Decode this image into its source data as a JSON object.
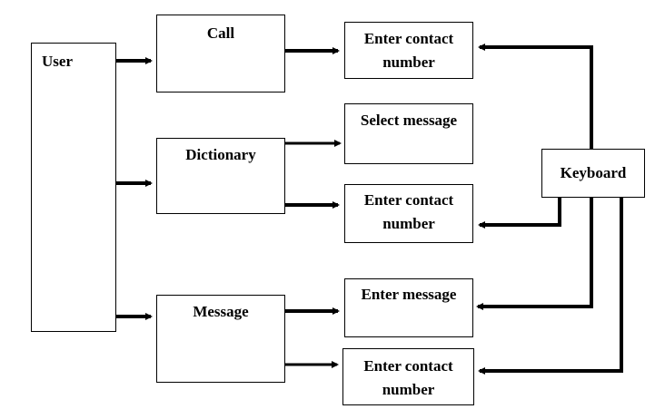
{
  "nodes": {
    "user": "User",
    "call": "Call",
    "dictionary": "Dictionary",
    "message": "Message",
    "call_enter_contact": "Enter contact number",
    "select_message": "Select message",
    "dict_enter_contact": "Enter contact number",
    "enter_message": "Enter message",
    "msg_enter_contact": "Enter contact number",
    "keyboard": "Keyboard"
  },
  "colors": {
    "line": "#000000",
    "box_border": "#000000",
    "background": "#ffffff"
  }
}
